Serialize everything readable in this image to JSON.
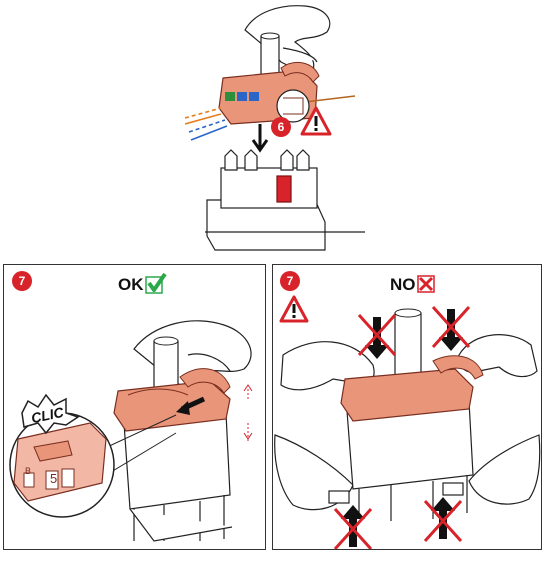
{
  "top": {
    "step_number": "6"
  },
  "left_panel": {
    "step_number": "7",
    "heading": "OK",
    "callout": "CLIC",
    "terminal_letter": "B",
    "terminal_number": "5"
  },
  "right_panel": {
    "step_number": "7",
    "heading": "NO"
  },
  "colors": {
    "accent_red": "#d8232a",
    "salmon": "#e9957a",
    "salmon_dark": "#c9644d",
    "ok_green": "#2aa84a"
  },
  "icons": [
    "hand-icon",
    "warning-triangle-icon",
    "checkmark-icon",
    "crossed-box-icon",
    "down-arrow-icon",
    "up-arrow-icon",
    "no-cross-icon"
  ]
}
